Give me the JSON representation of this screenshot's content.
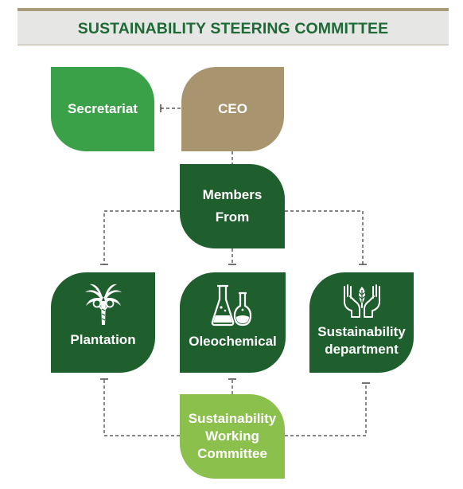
{
  "title": "SUSTAINABILITY STEERING COMMITTEE",
  "nodes": {
    "secretariat": "Secretariat",
    "ceo": "CEO",
    "members_line1": "Members",
    "members_line2": "From",
    "plantation": "Plantation",
    "oleochemical": "Oleochemical",
    "sustainability_line1": "Sustainability",
    "sustainability_line2": "department",
    "working_line1": "Sustainability",
    "working_line2": "Working",
    "working_line3": "Committee"
  },
  "icons": {
    "plantation": "palm-tree-icon",
    "oleochemical": "lab-flask-icon",
    "sustainability": "hands-leaf-icon"
  },
  "colors": {
    "title_text": "#1e6a36",
    "title_bar": "#e6e6e4",
    "title_accent": "#a89b7c",
    "secretariat": "#3aa149",
    "ceo": "#a8956f",
    "dark_green": "#1f5f2e",
    "working_committee": "#8cc04c",
    "connector": "#3a3a3a"
  }
}
